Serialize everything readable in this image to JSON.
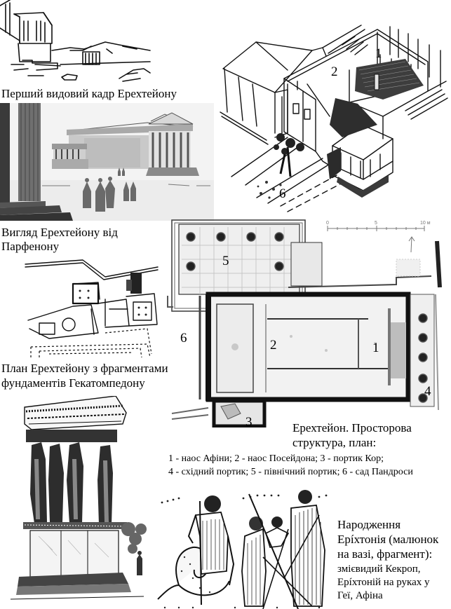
{
  "page": {
    "background": "#ffffff",
    "ink": "#111111"
  },
  "figures": {
    "first_view": {
      "caption": "Перший видовий кадр Ерехтейону",
      "image_icon": "erechtheion-sketch-landscape"
    },
    "view_from_parthenon": {
      "caption_line1": "Вигляд Ерехтейону від",
      "caption_line2": "Парфенону",
      "image_icon": "erechtheion-watercolor-view"
    },
    "plan_hekatompedon": {
      "caption_line1": "План Ерехтейону з фрагментами",
      "caption_line2": "фундаментів Гекатомпедону",
      "image_icon": "site-plan-drawing"
    },
    "axonometric": {
      "image_icon": "axonometric-cutaway",
      "labels": [
        "1",
        "2",
        "6"
      ]
    },
    "spatial_plan": {
      "image_icon": "floor-plan",
      "labels": [
        "1",
        "2",
        "3",
        "4",
        "5",
        "6"
      ],
      "scale_bar": {
        "ticks": [
          "0",
          "5",
          "10 м"
        ]
      },
      "title_line1": "Ерехтейон. Просторова",
      "title_line2": "структура, план:",
      "legend_line1": "1 - наос Афіни; 2 - наос Посейдона; 3 - портик Кор;",
      "legend_line2": "4 - східний портик; 5 - північний портик; 6 - сад Пандроси"
    },
    "caryatids": {
      "image_icon": "caryatid-porch-drawing"
    },
    "vase": {
      "image_icon": "vase-painting-fragment",
      "caption_line1": "Народження",
      "caption_line2": "Ерíхтонія (малюнок",
      "caption_line3": "на вазі, фрагмент):",
      "caption_line4": "змієвидий Кекроп,",
      "caption_line5": "Ерíхтоній на руках у",
      "caption_line6": "Геї, Афіна"
    }
  }
}
